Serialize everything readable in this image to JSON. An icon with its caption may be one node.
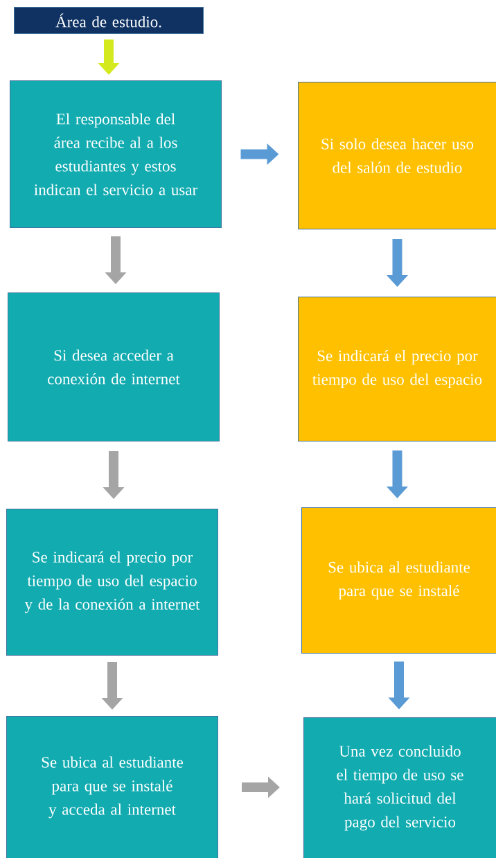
{
  "diagram": {
    "nodes": [
      {
        "text": [
          "Área de estudio."
        ]
      },
      {
        "text": [
          "El responsable del área recibe al a los estudiantes y estos indican el servicio a usar"
        ]
      },
      {
        "text": [
          "Si solo desea hacer uso del salón de estudio"
        ]
      },
      {
        "text": [
          "Si desea acceder a conexión de internet"
        ]
      },
      {
        "text": [
          "Se indicará el precio por tiempo de uso del espacio"
        ]
      },
      {
        "text": [
          "Se indicará el precio por tiempo de uso del espacio y de la conexión a internet"
        ]
      },
      {
        "text": [
          "Se ubica al estudiante para que se instalé"
        ]
      },
      {
        "text": [
          "Se ubica al estudiante para que se instalé y acceda al internet"
        ]
      },
      {
        "text": [
          "Una vez concluido el tiempo de uso se hará solicitud del pago del servicio"
        ]
      }
    ],
    "edges": [
      {
        "from": 0,
        "to": 1,
        "arrow": "to",
        "color": "#d4ea1f"
      },
      {
        "from": 1,
        "to": 2,
        "arrow": "to",
        "color": "#5b9bd5"
      },
      {
        "from": 1,
        "to": 3,
        "arrow": "to"
      },
      {
        "from": 3,
        "to": 5,
        "arrow": "to"
      },
      {
        "from": 5,
        "to": 7,
        "arrow": "to"
      },
      {
        "from": 2,
        "to": 4,
        "arrow": "to",
        "color": "#5b9bd5"
      },
      {
        "from": 4,
        "to": 6,
        "arrow": "to",
        "color": "#5b9bd5"
      },
      {
        "from": 6,
        "to": 8,
        "arrow": "to",
        "color": "#5b9bd5"
      },
      {
        "from": 7,
        "to": 8,
        "arrow": "to"
      }
    ]
  }
}
